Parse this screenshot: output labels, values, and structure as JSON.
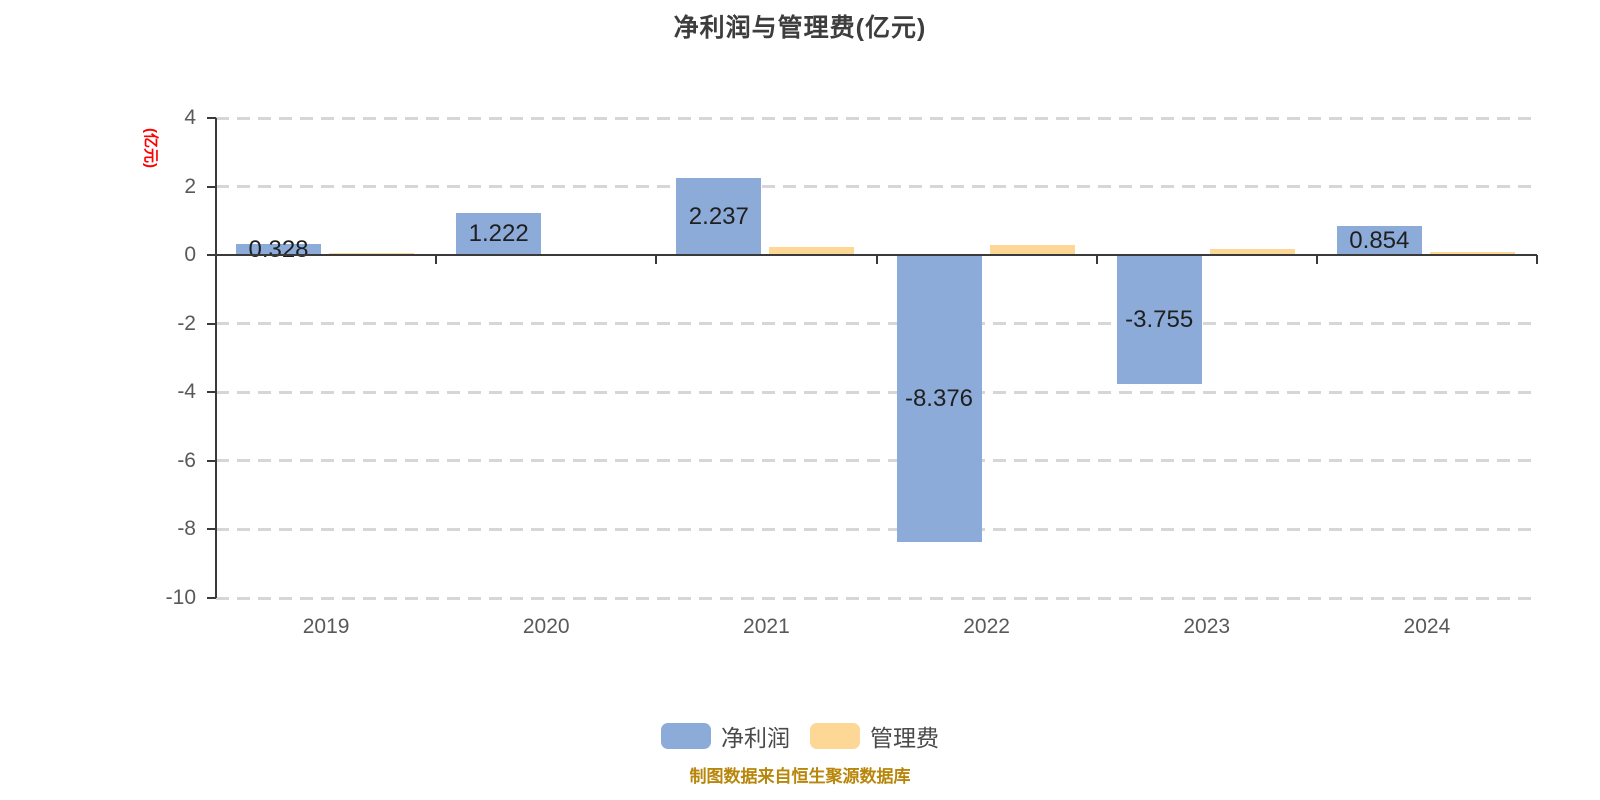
{
  "chart_data": {
    "type": "bar",
    "title": "净利润与管理费(亿元)",
    "ylabel": "(亿元)",
    "categories": [
      "2019",
      "2020",
      "2021",
      "2022",
      "2023",
      "2024"
    ],
    "series": [
      {
        "name": "净利润",
        "color": "#8CABD9",
        "values": [
          0.328,
          1.222,
          2.237,
          -8.376,
          -3.755,
          0.854
        ],
        "labels": [
          "0.328",
          "1.222",
          "2.237",
          "-8.376",
          "-3.755",
          "0.854"
        ]
      },
      {
        "name": "管理费",
        "color": "#FCD795",
        "values": [
          0.05,
          0.04,
          0.24,
          0.3,
          0.19,
          0.09
        ],
        "labels": [
          "",
          "",
          "",
          "",
          "",
          ""
        ]
      }
    ],
    "ylim": [
      -10,
      4
    ],
    "yticks": [
      4,
      2,
      0,
      -2,
      -4,
      -6,
      -8,
      -10
    ],
    "grid": "horizontal dashed",
    "legend_position": "bottom",
    "source_note": "制图数据来自恒生聚源数据库"
  },
  "colors": {
    "net_profit_bar": "#8CABD9",
    "management_fee_bar": "#FCD795",
    "gridline": "#D6D6D6",
    "axis": "#3A3A3A",
    "tick_label": "#595959",
    "title": "#3D3D3D",
    "value_label": "#1F1F1F",
    "y_unit_label": "#FF0000",
    "legend_label": "#4A4A4A",
    "source_note": "#B8860B"
  }
}
